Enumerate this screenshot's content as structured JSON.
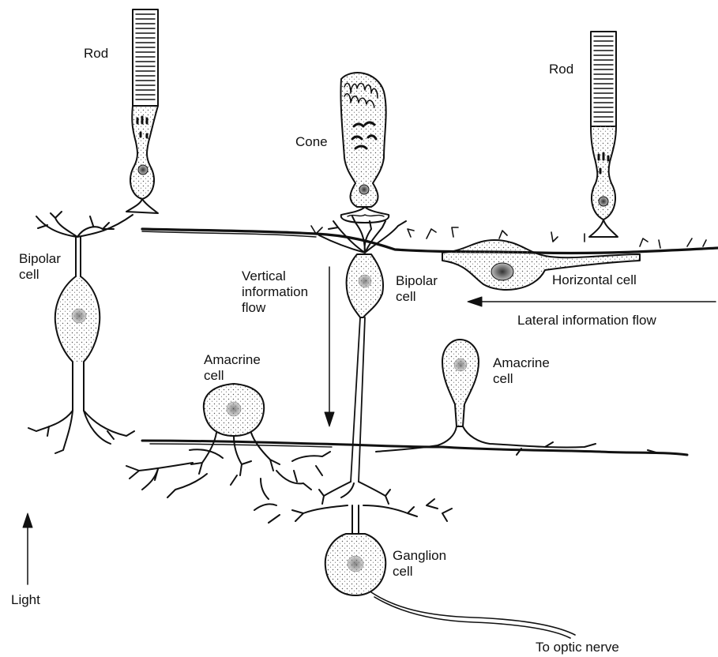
{
  "labels": {
    "rod_left": "Rod",
    "cone": "Cone",
    "rod_right": "Rod",
    "bipolar_left": [
      "Bipolar",
      "cell"
    ],
    "vertical_flow": [
      "Vertical",
      "information",
      "flow"
    ],
    "bipolar_center": [
      "Bipolar",
      "cell"
    ],
    "horizontal_cell": "Horizontal cell",
    "lateral_flow": "Lateral information flow",
    "amacrine_left": [
      "Amacrine",
      "cell"
    ],
    "amacrine_right": [
      "Amacrine",
      "cell"
    ],
    "ganglion": [
      "Ganglion",
      "cell"
    ],
    "light": "Light",
    "optic_nerve": "To optic nerve"
  },
  "colors": {
    "ink": "#111111",
    "fill": "#ffffff",
    "stipple": "#555555"
  }
}
